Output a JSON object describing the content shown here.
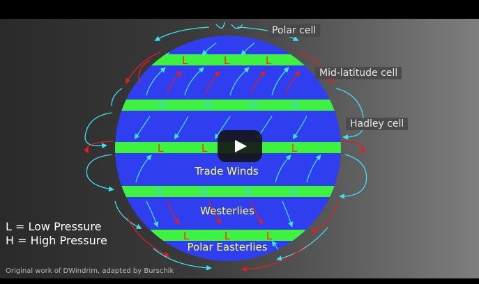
{
  "video": {
    "labels": {
      "polar_cell": "Polar cell",
      "mid_latitude_cell": "Mid-latitude cell",
      "hadley_cell": "Hadley cell",
      "trade_winds": "Trade Winds",
      "westerlies": "Westerlies",
      "polar_easterlies": "Polar Easterlies"
    },
    "legend": {
      "low": "L = Low Pressure",
      "high": "H = High Pressure"
    },
    "credit": "Original work of DWindrim, adapted by Burschik",
    "pressure_markers": {
      "low": "L",
      "high": "H"
    },
    "colors": {
      "globe": "#2f3ff0",
      "bands": "#3ff23f",
      "low_marker": "#ff2a10",
      "high_marker": "#37d6e0",
      "label_yellow": "#ffff55",
      "arrow_red": "#e02020",
      "arrow_cyan": "#3fe0f0"
    },
    "play_button": "play-icon"
  }
}
